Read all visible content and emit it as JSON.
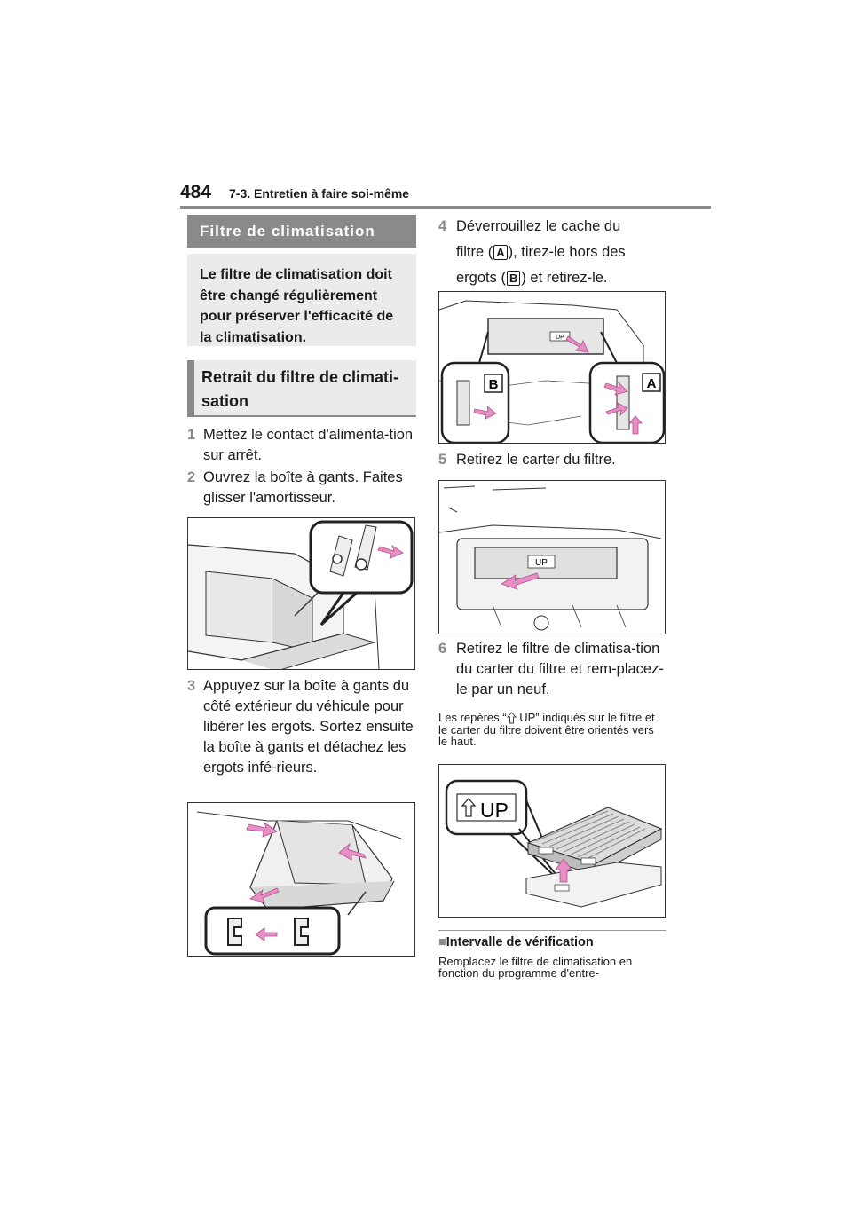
{
  "header": {
    "page_number": "484",
    "section": "7-3. Entretien à faire soi-même"
  },
  "left": {
    "box_title": "Filtre de climatisation",
    "box_text": "Le filtre de climatisation doit être changé régulièrement pour préserver l'efficacité de la climatisation.",
    "subheading": "Retrait du filtre de climati-sation",
    "steps": [
      {
        "num": "1",
        "text": "Mettez le contact d'alimenta-tion sur arrêt."
      },
      {
        "num": "2",
        "text": "Ouvrez la boîte à gants. Faites glisser l'amortisseur."
      },
      {
        "num": "3",
        "text": "Appuyez sur la boîte à gants du côté extérieur du véhicule pour libérer les ergots. Sortez ensuite la boîte à gants et détachez les ergots infé-rieurs."
      }
    ]
  },
  "right": {
    "step4": {
      "num": "4",
      "line1": "Déverrouillez le cache du",
      "filtre_pre": "filtre (",
      "filtre_post": "), tirez-le hors des",
      "ergots_pre": "ergots (",
      "ergots_post": ") et retirez-le.",
      "label_a": "A",
      "label_b": "B"
    },
    "step5": {
      "num": "5",
      "text": "Retirez le carter du filtre."
    },
    "step6": {
      "num": "6",
      "text": "Retirez le filtre de climatisa-tion du carter du filtre et rem-placez-le par un neuf."
    },
    "note_pre": "Les repères “",
    "note_post": " UP” indiqués sur le filtre et le carter du filtre doivent être orientés vers le haut.",
    "interval_title": "Intervalle de vérification",
    "interval_text": "Remplacez le filtre de climatisation en fonction du programme d'entre-"
  },
  "figures": {
    "up_label": "UP",
    "label_a": "A",
    "label_b": "B"
  },
  "colors": {
    "accent_gray": "#8a8a8a",
    "arrow_pink": "#e58fc4",
    "box_bg": "#ebebeb"
  }
}
